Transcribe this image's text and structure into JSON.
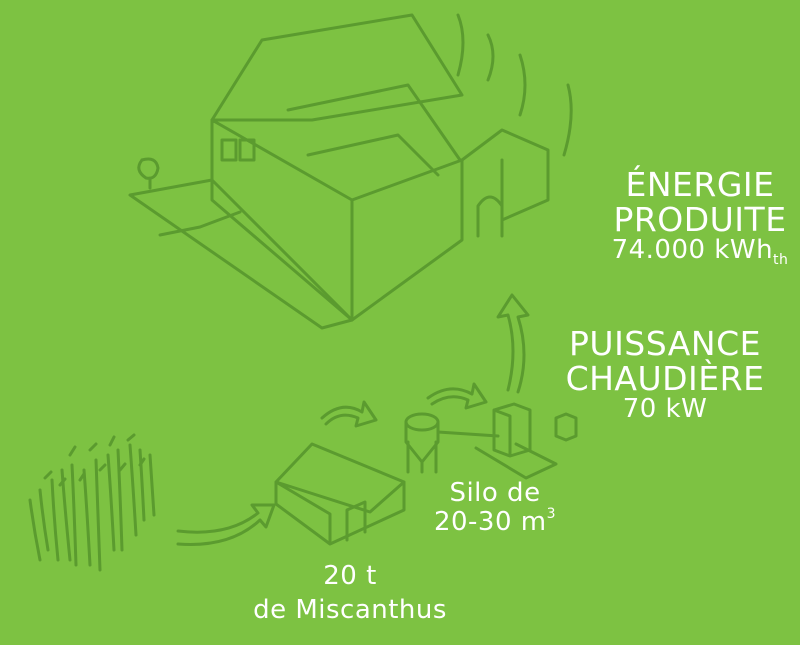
{
  "colors": {
    "background": "#7dc242",
    "line_art": "#5b9b2f",
    "text": "#ffffff"
  },
  "energy": {
    "line1": "ÉNERGIE",
    "line2": "PRODUITE",
    "value": "74.000 kWh",
    "unit_sub": "th"
  },
  "power": {
    "line1": "PUISSANCE",
    "line2": "CHAUDIÈRE",
    "value": "70 kW"
  },
  "silo": {
    "line1": "Silo de",
    "value": "20-30 m",
    "unit_sup": "3"
  },
  "miscanthus": {
    "line1": "20 t",
    "line2": "de Miscanthus"
  },
  "illustrations": [
    "miscanthus-field-icon",
    "storage-shed-icon",
    "silo-icon",
    "boiler-icon",
    "farm-building-icon",
    "poplar-trees-icon",
    "flow-arrow-icon"
  ]
}
